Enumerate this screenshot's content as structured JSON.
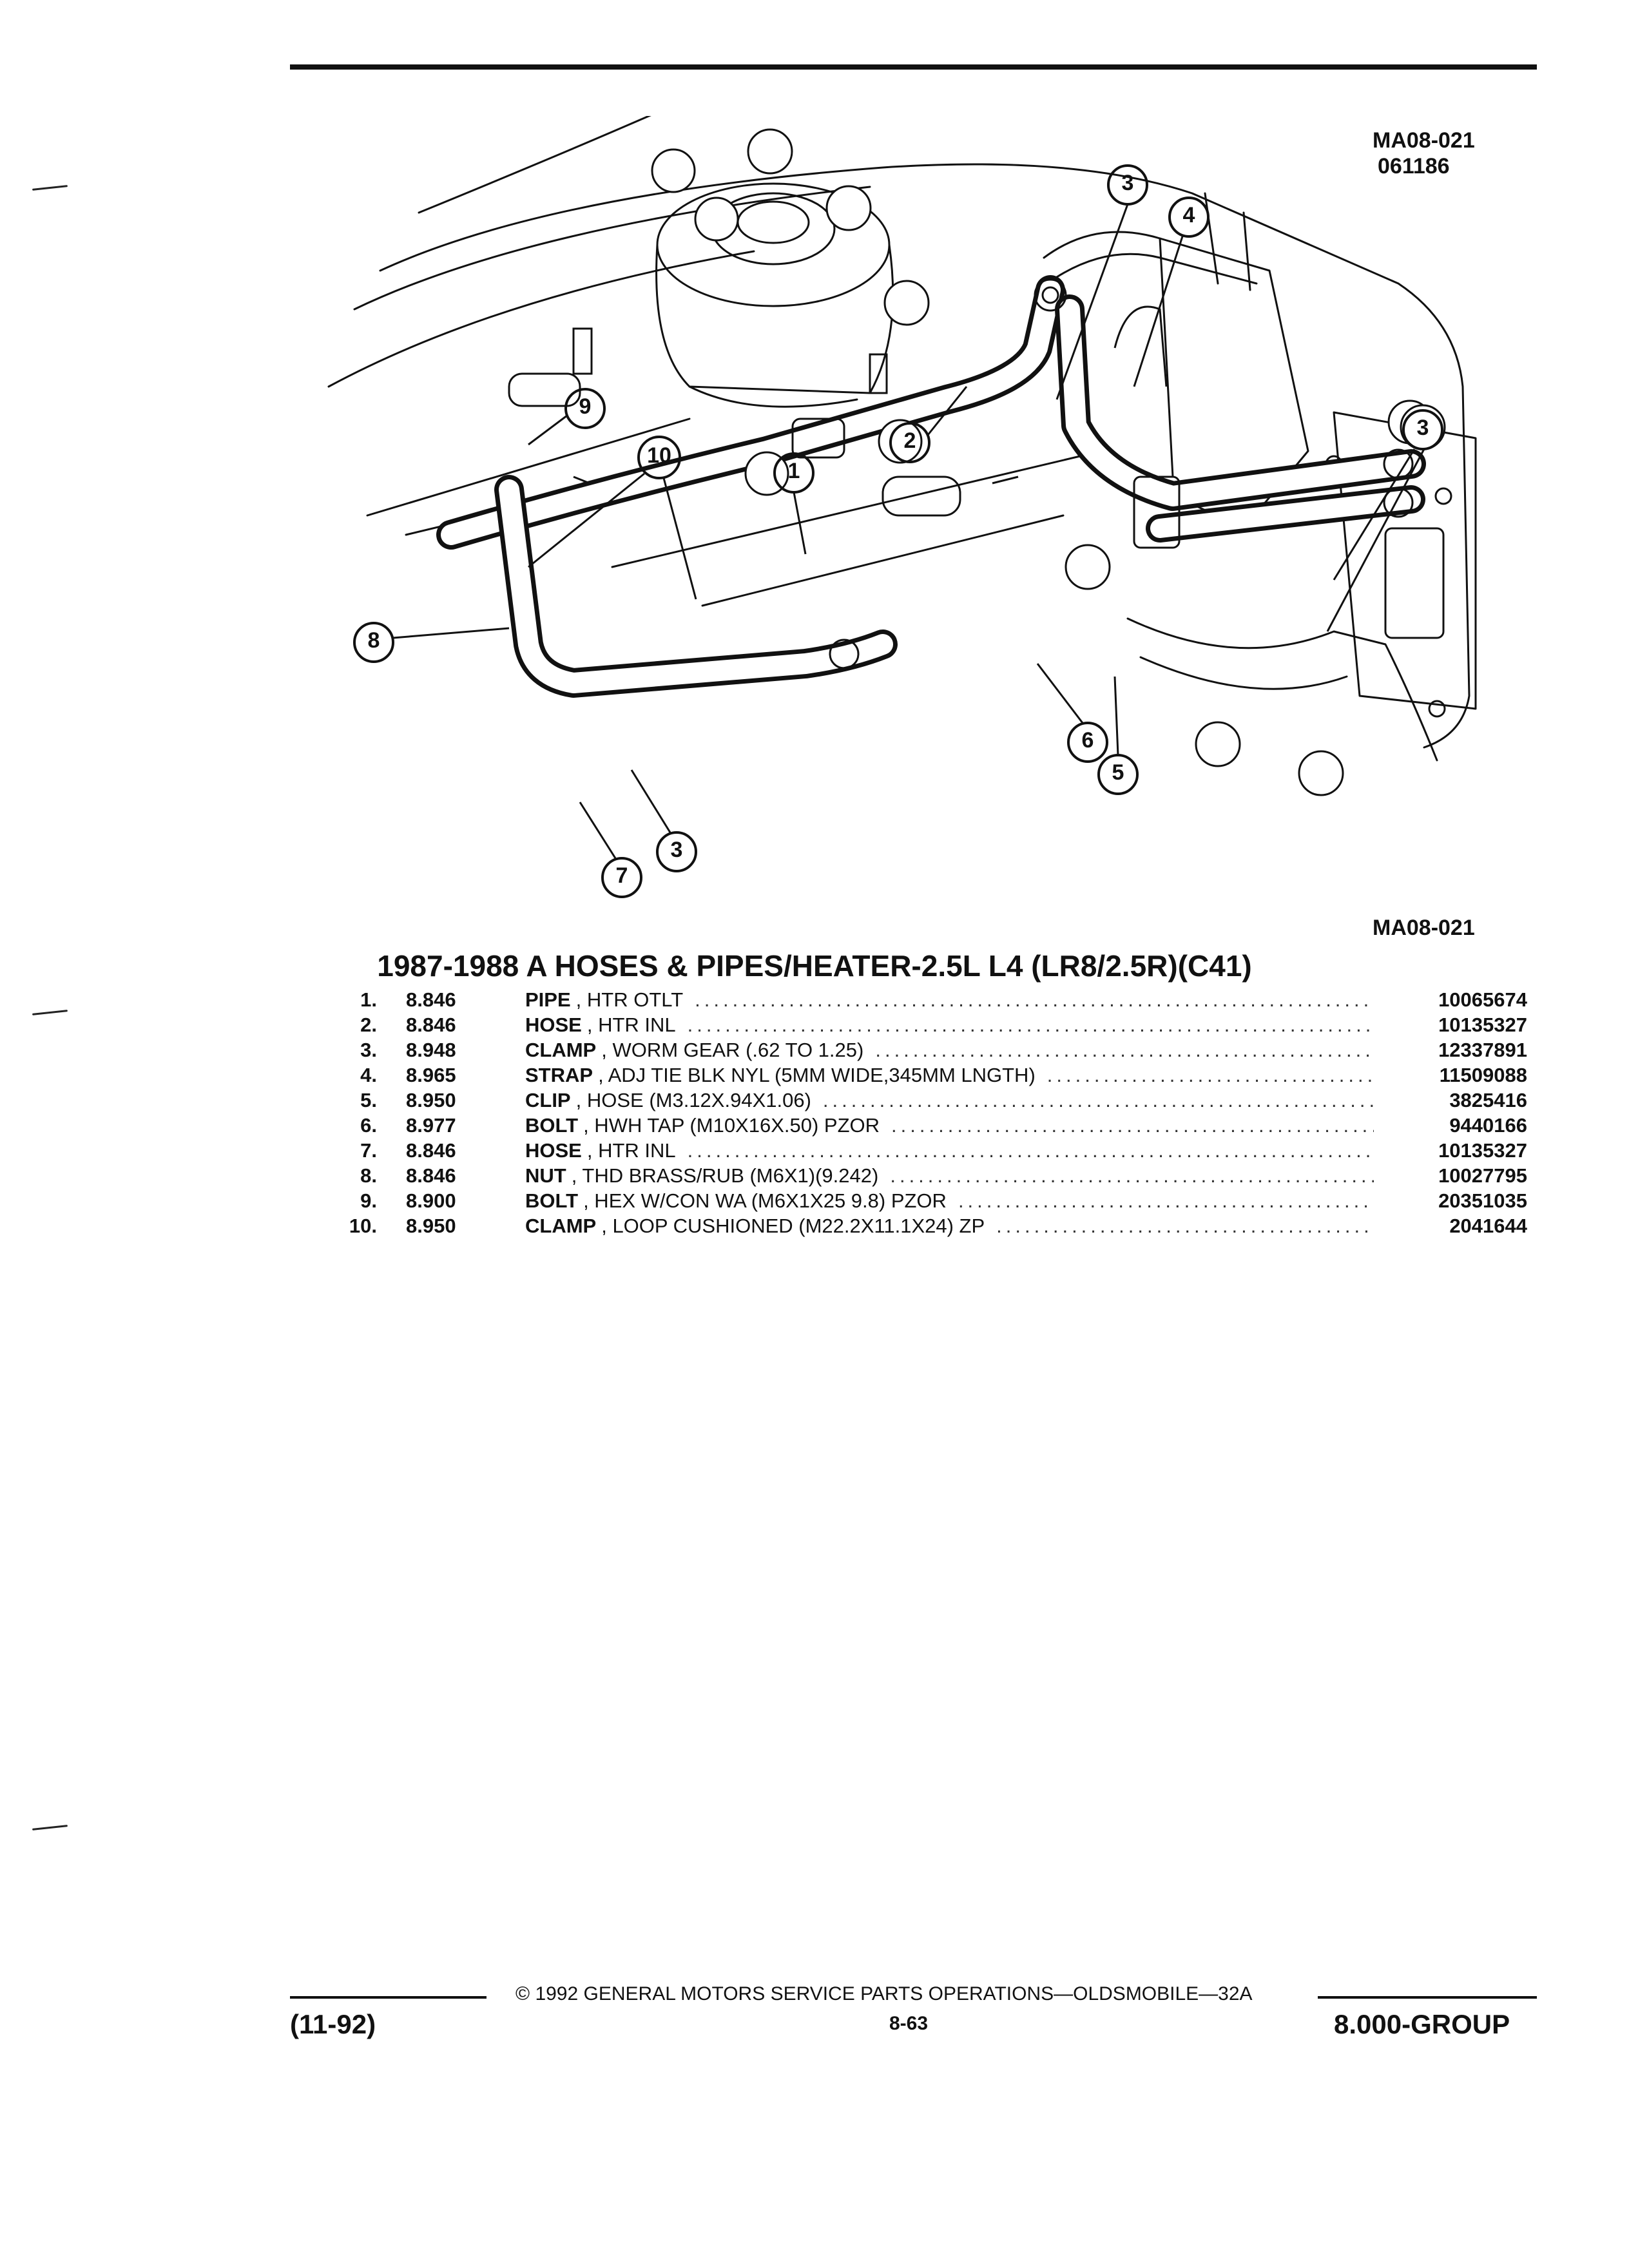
{
  "header": {
    "code_line1": "MA08-021",
    "code_line2": "061186"
  },
  "diagram": {
    "caption": "MA08-021",
    "callouts": [
      "1",
      "2",
      "3",
      "4",
      "3",
      "9",
      "10",
      "8",
      "6",
      "5",
      "7",
      "3"
    ]
  },
  "title": "1987-1988 A HOSES & PIPES/HEATER-2.5L L4 (LR8/2.5R)(C41)",
  "parts": [
    {
      "num": "1.",
      "group": "8.846",
      "name": "PIPE",
      "desc": ", HTR OTLT",
      "part_no": "10065674"
    },
    {
      "num": "2.",
      "group": "8.846",
      "name": "HOSE",
      "desc": ", HTR INL",
      "part_no": "10135327"
    },
    {
      "num": "3.",
      "group": "8.948",
      "name": "CLAMP",
      "desc": ", WORM GEAR (.62 TO 1.25)",
      "part_no": "12337891"
    },
    {
      "num": "4.",
      "group": "8.965",
      "name": "STRAP",
      "desc": ", ADJ TIE BLK NYL (5MM WIDE,345MM LNGTH)",
      "part_no": "11509088"
    },
    {
      "num": "5.",
      "group": "8.950",
      "name": "CLIP",
      "desc": ", HOSE (M3.12X.94X1.06)",
      "part_no": "3825416"
    },
    {
      "num": "6.",
      "group": "8.977",
      "name": "BOLT",
      "desc": ", HWH TAP (M10X16X.50) PZOR",
      "part_no": "9440166"
    },
    {
      "num": "7.",
      "group": "8.846",
      "name": "HOSE",
      "desc": ", HTR INL",
      "part_no": "10135327"
    },
    {
      "num": "8.",
      "group": "8.846",
      "name": "NUT",
      "desc": ", THD BRASS/RUB (M6X1)(9.242)",
      "part_no": "10027795"
    },
    {
      "num": "9.",
      "group": "8.900",
      "name": "BOLT",
      "desc": ", HEX W/CON WA (M6X1X25 9.8) PZOR",
      "part_no": "20351035"
    },
    {
      "num": "10.",
      "group": "8.950",
      "name": "CLAMP",
      "desc": ", LOOP CUSHIONED (M22.2X11.1X24) ZP",
      "part_no": "2041644"
    }
  ],
  "footer": {
    "copyright": "© 1992 GENERAL MOTORS SERVICE PARTS OPERATIONS—OLDSMOBILE—32A",
    "date": "(11-92)",
    "page": "8-63",
    "group": "8.000-GROUP"
  }
}
